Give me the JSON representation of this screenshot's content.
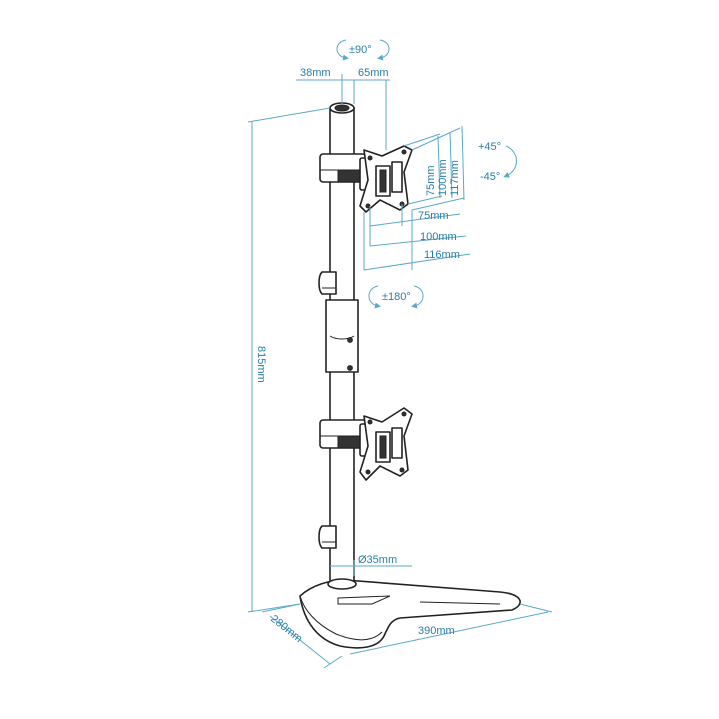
{
  "labels": {
    "rot_tilt": "±90°",
    "rot_swivel": "±180°",
    "tilt_plus": "+45°",
    "tilt_minus": "-45°",
    "dim_38": "38mm",
    "dim_65": "65mm",
    "vesa_v75": "75mm",
    "vesa_v100": "100mm",
    "vesa_v117": "117mm",
    "vesa_h75": "75mm",
    "vesa_h100": "100mm",
    "vesa_h116": "116mm",
    "height": "815mm",
    "pole_dia": "Ø35mm",
    "base_depth": "280mm",
    "base_width": "390mm"
  },
  "colors": {
    "dimension": "#2a7fa5",
    "outline": "#222222"
  }
}
